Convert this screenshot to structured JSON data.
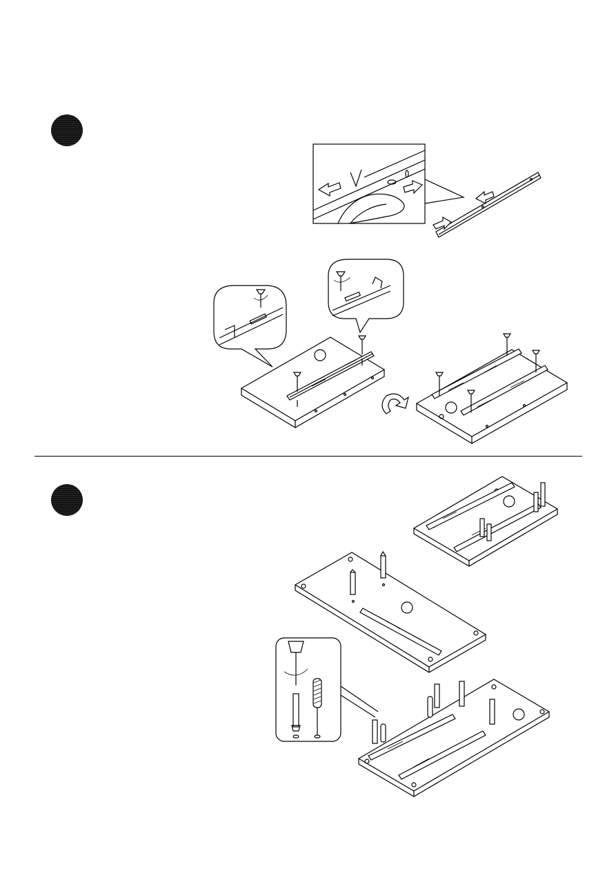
{
  "page": {
    "steps": [
      {
        "id": "step-a",
        "icon": "step-number-badge"
      },
      {
        "id": "step-b",
        "icon": "step-number-badge"
      }
    ],
    "icons": {
      "screw": "screw-icon",
      "dowel": "wooden-dowel-icon",
      "cam_bolt": "cam-bolt-icon",
      "screwdriver": "screwdriver-icon",
      "rotate": "rotate-arrow-icon",
      "slide_rail": "drawer-slide-rail-icon"
    }
  }
}
